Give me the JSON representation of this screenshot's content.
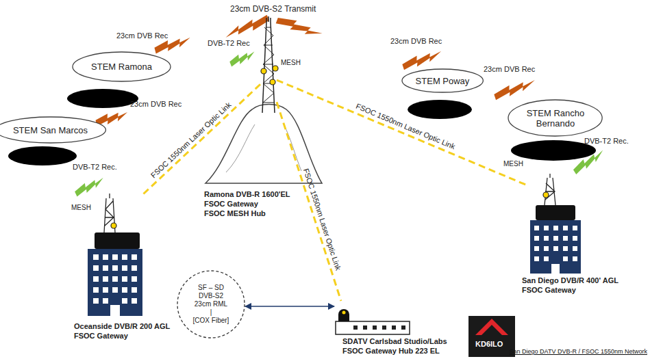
{
  "diagram": {
    "caption": "San Diego DATV DVB-R / FSOC 1550nm Network",
    "nodes": [
      {
        "text": [
          "STEM Ramona"
        ]
      },
      {
        "text": [
          "Ramona DVB-R 1600'EL",
          "FSOC Gateway",
          "FSOC MESH Hub"
        ]
      },
      {
        "text": [
          "STEM Poway"
        ]
      },
      {
        "text": [
          "STEM San Marcos"
        ]
      },
      {
        "text": [
          "STEM Rancho Bernando"
        ]
      },
      {
        "text": [
          "San Diego DVB/R 400' AGL",
          "FSOC Gateway"
        ]
      },
      {
        "text": [
          "Oceanside DVB/R 200 AGL",
          "FSOC Gateway"
        ]
      },
      {
        "text": [
          "SF – SD",
          "DVB-S2",
          "23cm RML",
          "|",
          "[COX Fiber]"
        ]
      },
      {
        "text": [
          "SDATV Carlsbad Studio/Labs",
          "FSOC Gateway Hub 223 EL"
        ]
      }
    ],
    "edges": [
      {
        "from": 1,
        "to": 6,
        "arrow": "none",
        "label": "FSOC 1550nm Laser Optic Link"
      },
      {
        "from": 1,
        "to": 5,
        "arrow": "none",
        "label": "FSOC 1550nm Laser Optic Link"
      },
      {
        "from": 1,
        "to": 8,
        "arrow": "none",
        "label": "FSOC 1550nm Laser Optic Link"
      },
      {
        "from": 7,
        "to": 8,
        "arrow": "both"
      }
    ],
    "labels": [
      "23cm DVB-S2 Transmit",
      "DVB-T2 Rec",
      "MESH",
      "23cm DVB Rec",
      "23cm DVB Rec",
      "23cm DVB Rec",
      "23cm DVB Rec",
      "DVB-T2 Rec.",
      "MESH",
      "DVB-T2 Rec.",
      "MESH",
      "KD6ILO"
    ]
  }
}
